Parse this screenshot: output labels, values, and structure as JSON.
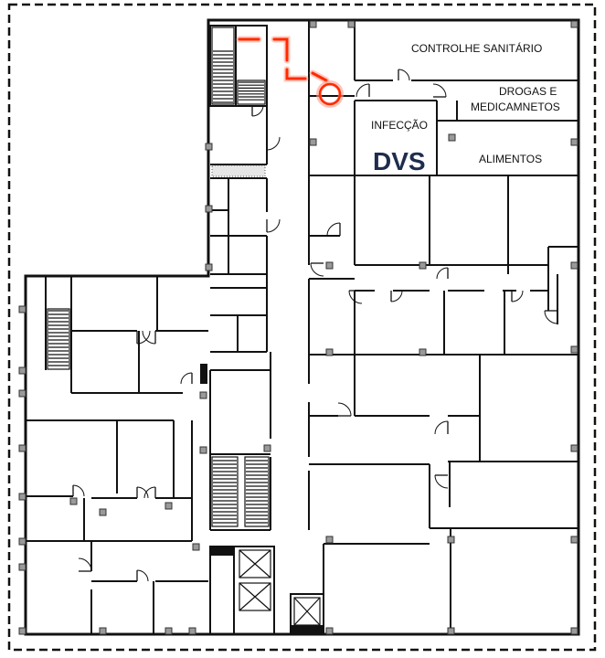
{
  "rooms": {
    "controle_sanitario": "CONTROLHE SANITÁRIO",
    "drogas_line1": "DROGAS E",
    "drogas_line2": "MEDICAMNETOS",
    "infeccao": "INFECÇÃO",
    "dvs": "DVS",
    "alimentos": "ALIMENTOS"
  },
  "colors": {
    "walls": "#111111",
    "route": "#ff2a00",
    "dvs_label": "#1f2d4d",
    "boundary": "#111111"
  },
  "icons": [
    "door-swing-icon",
    "stairs-icon",
    "elevator-icon",
    "column-icon",
    "route-path-icon",
    "destination-circle-icon"
  ]
}
